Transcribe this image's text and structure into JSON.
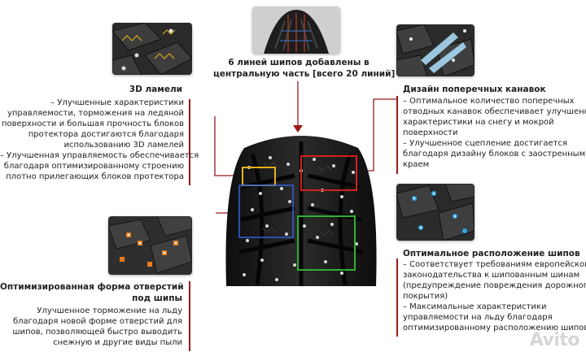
{
  "top": {
    "caption_lines": [
      "6 линей шипов добавлены в",
      "центральную часть [всего 20 линий]"
    ]
  },
  "left_top": {
    "title": "3D ламели",
    "lines": [
      "– Улучшенные характеристики",
      "управляемости, торможения на ледяной",
      "поверхности и большая прочность блоков",
      "протектора достигаются благодаря",
      "использованию 3D ламелей",
      "– Улучшенная управляемость обеспечивается",
      "благодаря оптимизированному строению",
      "плотно прилегающих блоков протектора"
    ]
  },
  "left_bottom": {
    "title_lines": [
      "Оптимизированная форма отверстий",
      "под шипы"
    ],
    "lines": [
      "Улучшенное торможение на льду",
      "благодаря новой форме отверстий для",
      "шипов, позволяющей быстро выводить",
      "снежную и другие виды пыли"
    ]
  },
  "right_top": {
    "title": "Дизайн поперечных канавок",
    "lines": [
      " – Оптимальное количество поперечных",
      "отводных канавок обеспечивает улучшенные",
      "характеристики на снегу и мокрой",
      "поверхности",
      " –  Улучшенное сцепление достигается",
      "благодаря дизайну блоков с заостренным",
      "краем"
    ]
  },
  "right_bottom": {
    "title": "Оптимальное расположение шипов",
    "lines": [
      "– Соответствует требованиям европейского",
      "законодательства к шипованным шинам",
      "(предупреждение повреждения дорожного",
      "покрытия)",
      "– Максимальные характеристики",
      "управляемости на льду благодаря",
      "оптимизированному расположению шипов"
    ]
  },
  "watermark": "Avito",
  "colors": {
    "accent_red": "#9a1a1a",
    "box_yellow": "#e3b21a",
    "box_blue": "#2f5ed8",
    "box_green": "#2fb02f",
    "box_red": "#d61f1f"
  }
}
